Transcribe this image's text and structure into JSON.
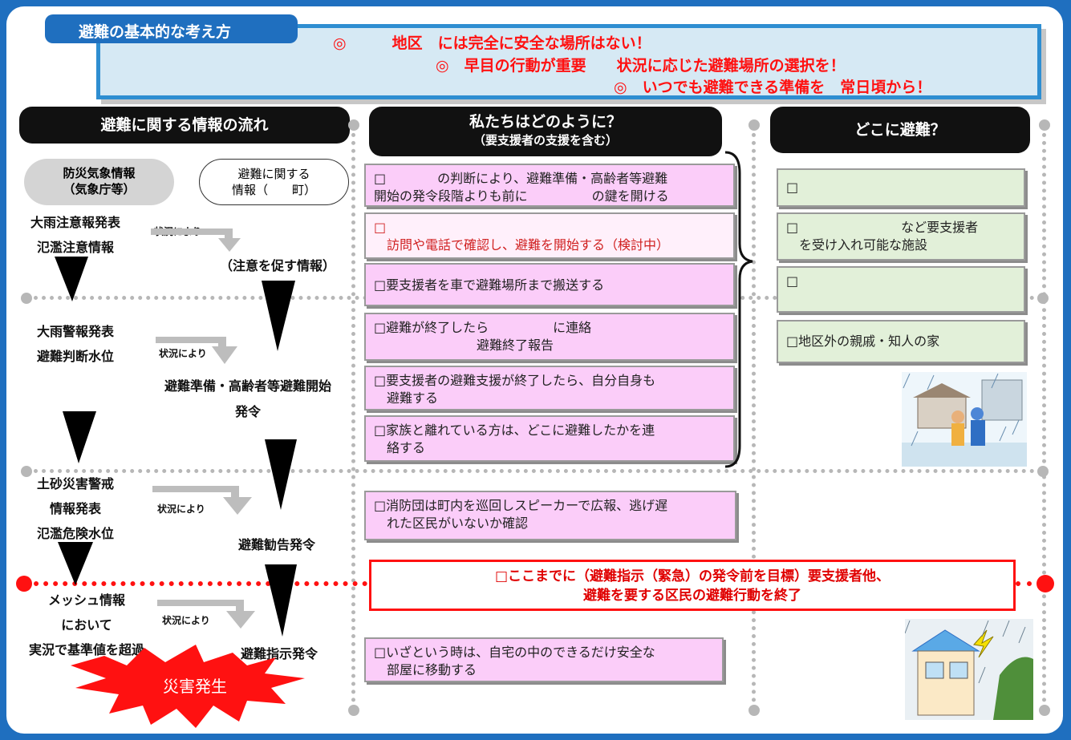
{
  "principles": {
    "title": "避難の基本的な考え方",
    "line1": "◎　　　地区　には完全に安全な場所はない！",
    "line2": "◎　早目の行動が重要　　状況に応じた避難場所の選択を！",
    "line3": "◎　いつでも避難できる準備を　常日頃から！"
  },
  "columns": {
    "flow_title": "避難に関する情報の流れ",
    "how_title": "私たちはどのように？",
    "how_subtitle": "（要支援者の支援を含む）",
    "where_title": "どこに避難？"
  },
  "flow": {
    "source_weather": "防災気象情報\n（気象庁等）",
    "source_town": "避難に関する\n情報（　　町）",
    "situation_label": "状況により",
    "stage1": "大雨注意報発表\n氾濫注意情報",
    "order1": "（注意を促す情報）",
    "stage2": "大雨警報発表\n避難判断水位",
    "order2": "避難準備・高齢者等避難開始\n発令",
    "stage3": "土砂災害警戒\n情報発表\n氾濫危険水位",
    "order3": "避難勧告発令",
    "stage4": "メッシュ情報\nにおいて\n実況で基準値を超過",
    "order4": "避難指示発令",
    "disaster": "災害発生"
  },
  "actions": [
    "□　　　　の判断により、避難準備・高齢者等避難\n開始の発令段階よりも前に　　　　　の鍵を開ける",
    "□\n　訪問や電話で確認し、避難を開始する（検討中）",
    "□要支援者を車で避難場所まで搬送する",
    "□避難が終了したら　　　　　に連絡\n　　　　　　　　避難終了報告",
    "□要支援者の避難支援が終了したら、自分自身も\n　避難する",
    "□家族と離れている方は、どこに避難したかを連\n　絡する",
    "□消防団は町内を巡回しスピーカーで広報、逃げ遅\n　れた区民がいないか確認",
    "□いざという時は、自宅の中のできるだけ安全な\n　部屋に移動する"
  ],
  "deadline": "□ここまでに（避難指示（緊急）の発令前を目標）要支援者他、\n避難を要する区民の避難行動を終了",
  "places": [
    "□",
    "□　　　　　　　　など要支援者\n　を受け入れ可能な施設",
    "□",
    "□地区外の親戚・知人の家"
  ],
  "colors": {
    "frame": "#1f6fbf",
    "action_bg": "#fbcdf9",
    "place_bg": "#e2f0d9",
    "alert_red": "#ff1111"
  },
  "icons": {
    "arrows": "black-down-triangle",
    "situation_arrow": "gray-bent-arrow",
    "disaster_burst": "red-starburst",
    "illustration_rain": "people-evacuating-in-rain",
    "illustration_house": "house-in-storm"
  }
}
